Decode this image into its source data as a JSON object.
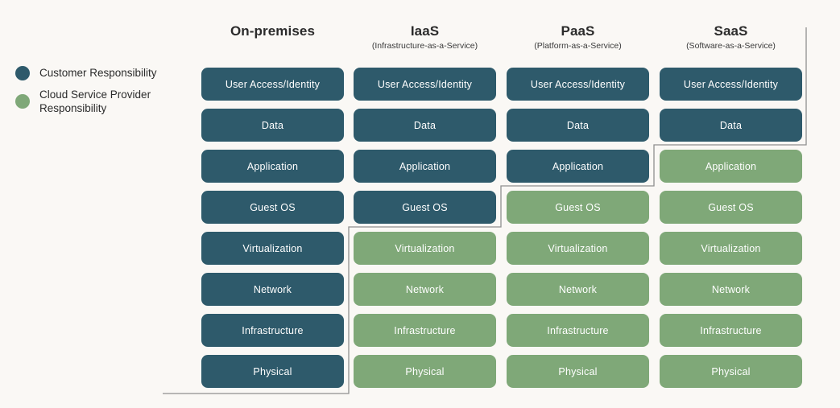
{
  "legend": {
    "items": [
      {
        "id": "customer",
        "label": "Customer Responsibility"
      },
      {
        "id": "provider",
        "label": "Cloud Service Provider Responsibility"
      }
    ]
  },
  "columns": [
    {
      "title": "On-premises",
      "subtitle": "",
      "customer_rows": 8
    },
    {
      "title": "IaaS",
      "subtitle": "(Infrastructure-as-a-Service)",
      "customer_rows": 4
    },
    {
      "title": "PaaS",
      "subtitle": "(Platform-as-a-Service)",
      "customer_rows": 3
    },
    {
      "title": "SaaS",
      "subtitle": "(Software-as-a-Service)",
      "customer_rows": 2
    }
  ],
  "layers": [
    "User Access/Identity",
    "Data",
    "Application",
    "Guest OS",
    "Virtualization",
    "Network",
    "Infrastructure",
    "Physical"
  ],
  "colors": {
    "customer": "#2e5a6b",
    "provider": "#7fa878",
    "background": "#faf8f5",
    "boundary_line": "#8f8f8f",
    "header_text": "#2b2b2b",
    "box_text": "#ffffff"
  }
}
